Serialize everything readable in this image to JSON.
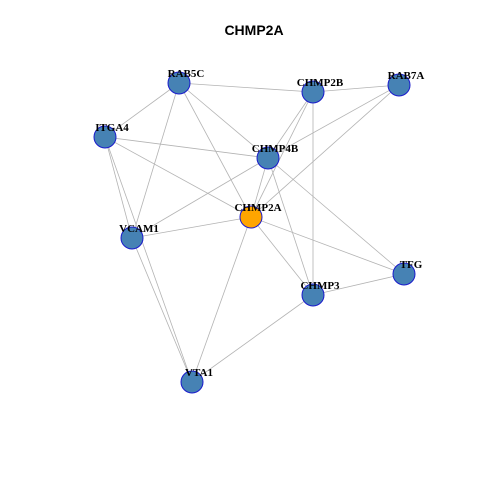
{
  "title": "CHMP2A",
  "colors": {
    "node_default": "#4682b4",
    "node_focus": "#ffa500",
    "node_border": "#1a1acc",
    "edge": "#b3b3b3"
  },
  "nodes": [
    {
      "id": "RAB5C",
      "label": "RAB5C",
      "focus": false
    },
    {
      "id": "CHMP2B",
      "label": "CHMP2B",
      "focus": false
    },
    {
      "id": "RAB7A",
      "label": "RAB7A",
      "focus": false
    },
    {
      "id": "ITGA4",
      "label": "ITGA4",
      "focus": false
    },
    {
      "id": "CHMP4B",
      "label": "CHMP4B",
      "focus": false
    },
    {
      "id": "CHMP2A",
      "label": "CHMP2A",
      "focus": true
    },
    {
      "id": "VCAM1",
      "label": "VCAM1",
      "focus": false
    },
    {
      "id": "TFG",
      "label": "TFG",
      "focus": false
    },
    {
      "id": "CHMP3",
      "label": "CHMP3",
      "focus": false
    },
    {
      "id": "VTA1",
      "label": "VTA1",
      "focus": false
    }
  ],
  "edges": [
    [
      "RAB5C",
      "CHMP2B"
    ],
    [
      "RAB5C",
      "ITGA4"
    ],
    [
      "RAB5C",
      "CHMP4B"
    ],
    [
      "RAB5C",
      "CHMP2A"
    ],
    [
      "RAB5C",
      "VCAM1"
    ],
    [
      "CHMP2B",
      "RAB7A"
    ],
    [
      "CHMP2B",
      "CHMP4B"
    ],
    [
      "CHMP2B",
      "CHMP2A"
    ],
    [
      "CHMP2B",
      "CHMP3"
    ],
    [
      "RAB7A",
      "CHMP4B"
    ],
    [
      "RAB7A",
      "CHMP2A"
    ],
    [
      "ITGA4",
      "CHMP4B"
    ],
    [
      "ITGA4",
      "CHMP2A"
    ],
    [
      "ITGA4",
      "VCAM1"
    ],
    [
      "ITGA4",
      "VTA1"
    ],
    [
      "CHMP4B",
      "CHMP2A"
    ],
    [
      "CHMP4B",
      "VCAM1"
    ],
    [
      "CHMP4B",
      "CHMP3"
    ],
    [
      "CHMP4B",
      "TFG"
    ],
    [
      "CHMP2A",
      "VCAM1"
    ],
    [
      "CHMP2A",
      "CHMP3"
    ],
    [
      "CHMP2A",
      "TFG"
    ],
    [
      "CHMP2A",
      "VTA1"
    ],
    [
      "VCAM1",
      "VTA1"
    ],
    [
      "CHMP3",
      "TFG"
    ],
    [
      "CHMP3",
      "VTA1"
    ]
  ]
}
